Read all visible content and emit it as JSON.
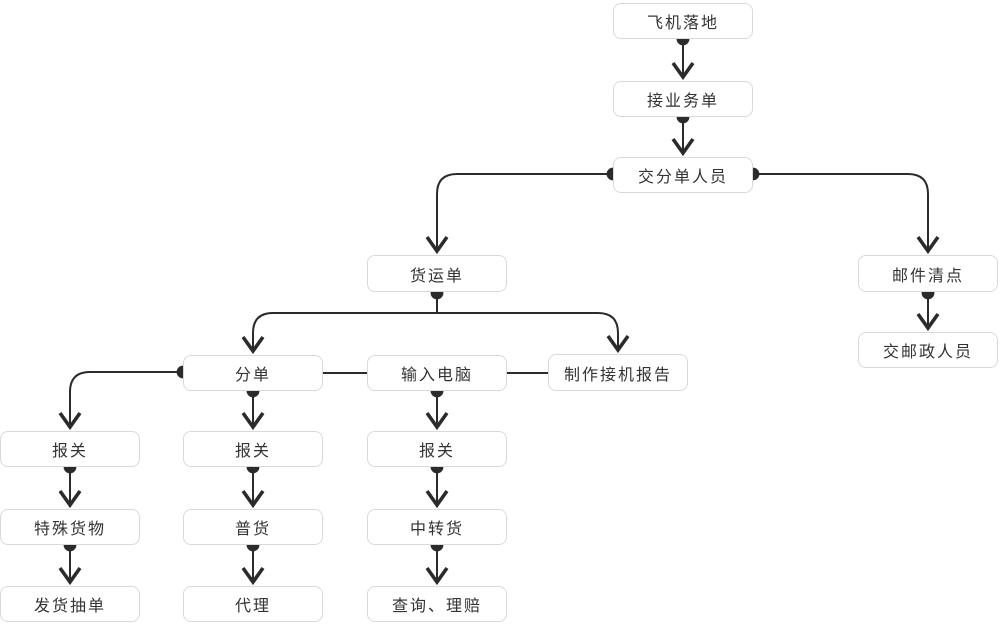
{
  "diagram": {
    "type": "flowchart",
    "colors": {
      "background": "#ffffff",
      "box_fill": "#ffffff",
      "box_border": "#d9d9d9",
      "line": "#2b2b2b",
      "text": "#333333"
    },
    "nodes": [
      {
        "id": "plane-landing",
        "label": "飞机落地"
      },
      {
        "id": "receive-business-order",
        "label": "接业务单"
      },
      {
        "id": "hand-to-sorter",
        "label": "交分单人员"
      },
      {
        "id": "freight-bill",
        "label": "货运单"
      },
      {
        "id": "mail-count",
        "label": "邮件清点"
      },
      {
        "id": "hand-to-postal",
        "label": "交邮政人员"
      },
      {
        "id": "split-bill",
        "label": "分单"
      },
      {
        "id": "enter-computer",
        "label": "输入电脑"
      },
      {
        "id": "arrival-report",
        "label": "制作接机报告"
      },
      {
        "id": "customs-a",
        "label": "报关"
      },
      {
        "id": "customs-b",
        "label": "报关"
      },
      {
        "id": "customs-c",
        "label": "报关"
      },
      {
        "id": "special-cargo",
        "label": "特殊货物"
      },
      {
        "id": "general-cargo",
        "label": "普货"
      },
      {
        "id": "transit-cargo",
        "label": "中转货"
      },
      {
        "id": "shipment-sample",
        "label": "发货抽单"
      },
      {
        "id": "agent",
        "label": "代理"
      },
      {
        "id": "inquiry-claims",
        "label": "查询、理赔"
      }
    ],
    "edges": [
      {
        "from": "plane-landing",
        "to": "receive-business-order",
        "style": "dot-arrow"
      },
      {
        "from": "receive-business-order",
        "to": "hand-to-sorter",
        "style": "dot-arrow"
      },
      {
        "from": "hand-to-sorter",
        "to": "freight-bill",
        "style": "dot-arrow"
      },
      {
        "from": "hand-to-sorter",
        "to": "mail-count",
        "style": "dot-arrow"
      },
      {
        "from": "mail-count",
        "to": "hand-to-postal",
        "style": "dot-arrow"
      },
      {
        "from": "freight-bill",
        "to": "split-bill",
        "style": "dot-arrow"
      },
      {
        "from": "freight-bill",
        "to": "arrival-report",
        "style": "dot-arrow"
      },
      {
        "from": "split-bill",
        "to": "enter-computer",
        "style": "plain-line"
      },
      {
        "from": "enter-computer",
        "to": "arrival-report",
        "style": "plain-line"
      },
      {
        "from": "split-bill",
        "to": "customs-a",
        "style": "dot-arrow"
      },
      {
        "from": "split-bill",
        "to": "customs-b",
        "style": "dot-arrow"
      },
      {
        "from": "enter-computer",
        "to": "customs-c",
        "style": "dot-arrow"
      },
      {
        "from": "customs-a",
        "to": "special-cargo",
        "style": "dot-arrow"
      },
      {
        "from": "special-cargo",
        "to": "shipment-sample",
        "style": "dot-arrow"
      },
      {
        "from": "customs-b",
        "to": "general-cargo",
        "style": "dot-arrow"
      },
      {
        "from": "general-cargo",
        "to": "agent",
        "style": "dot-arrow"
      },
      {
        "from": "customs-c",
        "to": "transit-cargo",
        "style": "dot-arrow"
      },
      {
        "from": "transit-cargo",
        "to": "inquiry-claims",
        "style": "dot-arrow"
      }
    ]
  }
}
